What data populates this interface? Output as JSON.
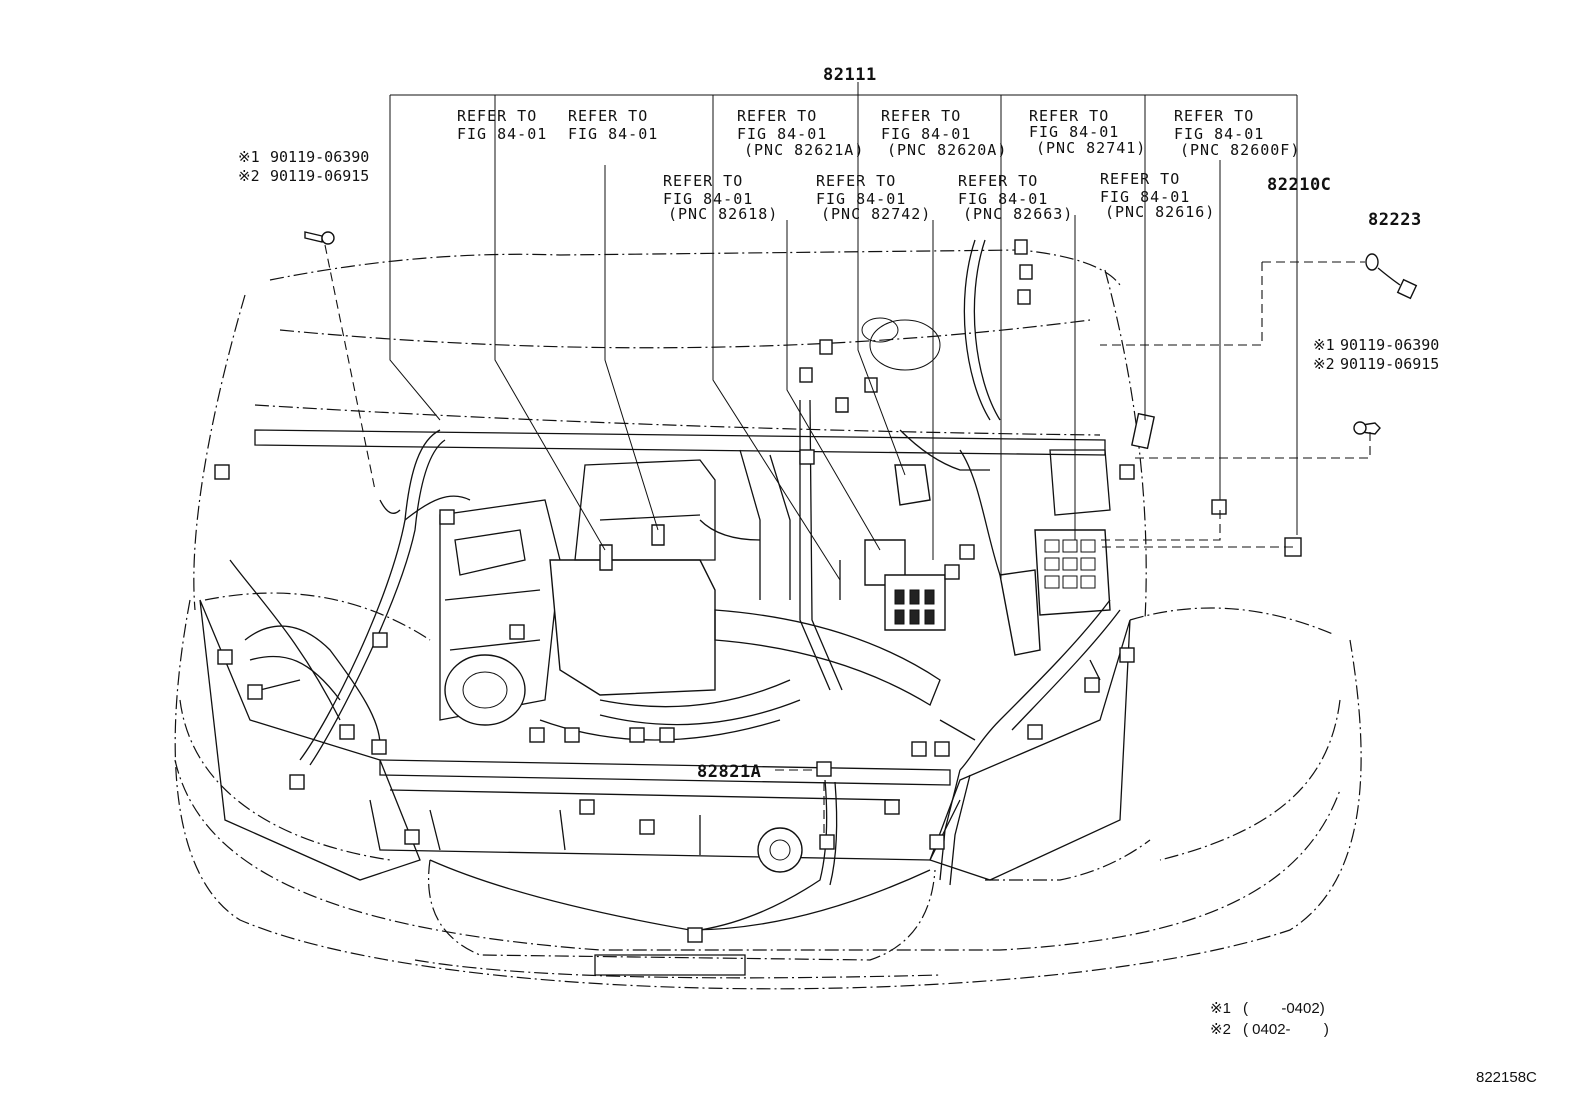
{
  "diagram": {
    "main_part": "82111",
    "refer_labels": [
      {
        "id": "r1",
        "line1": "REFER TO",
        "line2": "FIG 84-01",
        "pnc": ""
      },
      {
        "id": "r2",
        "line1": "REFER TO",
        "line2": "FIG 84-01",
        "pnc": ""
      },
      {
        "id": "r3",
        "line1": "REFER TO",
        "line2": "FIG 84-01",
        "pnc": "(PNC 82621A)"
      },
      {
        "id": "r4",
        "line1": "REFER TO",
        "line2": "FIG 84-01",
        "pnc": "(PNC 82620A)"
      },
      {
        "id": "r5",
        "line1": "REFER TO",
        "line2": "FIG 84-01",
        "pnc": "(PNC 82741)"
      },
      {
        "id": "r6",
        "line1": "REFER TO",
        "line2": "FIG 84-01",
        "pnc": "(PNC 82600F)"
      },
      {
        "id": "r7",
        "line1": "REFER TO",
        "line2": "FIG 84-01",
        "pnc": "(PNC 82618)"
      },
      {
        "id": "r8",
        "line1": "REFER TO",
        "line2": "FIG 84-01",
        "pnc": "(PNC 82742)"
      },
      {
        "id": "r9",
        "line1": "REFER TO",
        "line2": "FIG 84-01",
        "pnc": "(PNC 82663)"
      },
      {
        "id": "r10",
        "line1": "REFER TO",
        "line2": "FIG 84-01",
        "pnc": "(PNC 82616)"
      }
    ],
    "bolt_left": {
      "mark1": "※1",
      "part1": "90119-06390",
      "mark2": "※2",
      "part2": "90119-06915"
    },
    "bolt_right": {
      "mark1": "※1",
      "part1": "90119-06390",
      "mark2": "※2",
      "part2": "90119-06915"
    },
    "part_82210c": "82210C",
    "part_82223": "82223",
    "part_82821a": "82821A",
    "legend": [
      {
        "mark": "※1",
        "range": "(        -0402)"
      },
      {
        "mark": "※2",
        "range": "( 0402-        )"
      }
    ],
    "figure_code": "822158C"
  }
}
